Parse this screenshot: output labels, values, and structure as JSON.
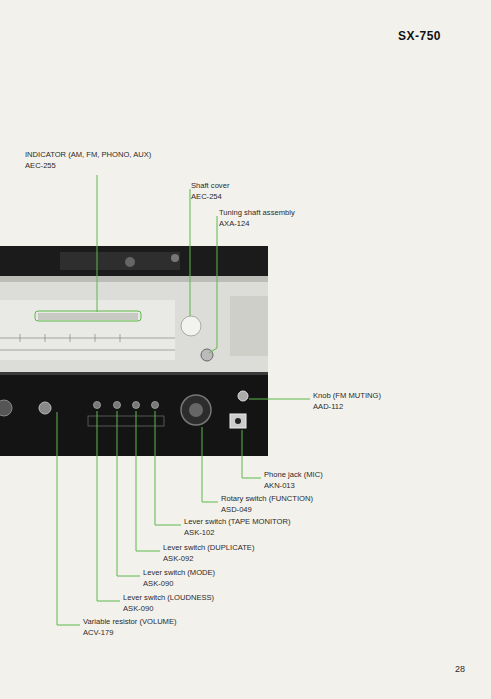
{
  "diagram": {
    "title": "SX-750",
    "labels": [
      "INDICATOR (AM, FM, PHONO, AUX)",
      "AEC-255",
      "Shaft cover",
      "AEC-254",
      "Tuning shaft assembly",
      "AXA-124",
      "Knob (FM MUTING)",
      "AAD-112",
      "Phone jack (MIC)",
      "AKN-013",
      "Rotary switch (FUNCTION)",
      "ASD-049",
      "Lever switch (TAPE MONITOR)",
      "ASK-102",
      "Lever switch (DUPLICATE)",
      "ASK-092",
      "Lever switch (MODE)",
      "ASK-090",
      "Lever switch (LOUDNESS)",
      "ASK-090",
      "Variable resistor (VOLUME)",
      "ACV-179",
      "28"
    ]
  }
}
